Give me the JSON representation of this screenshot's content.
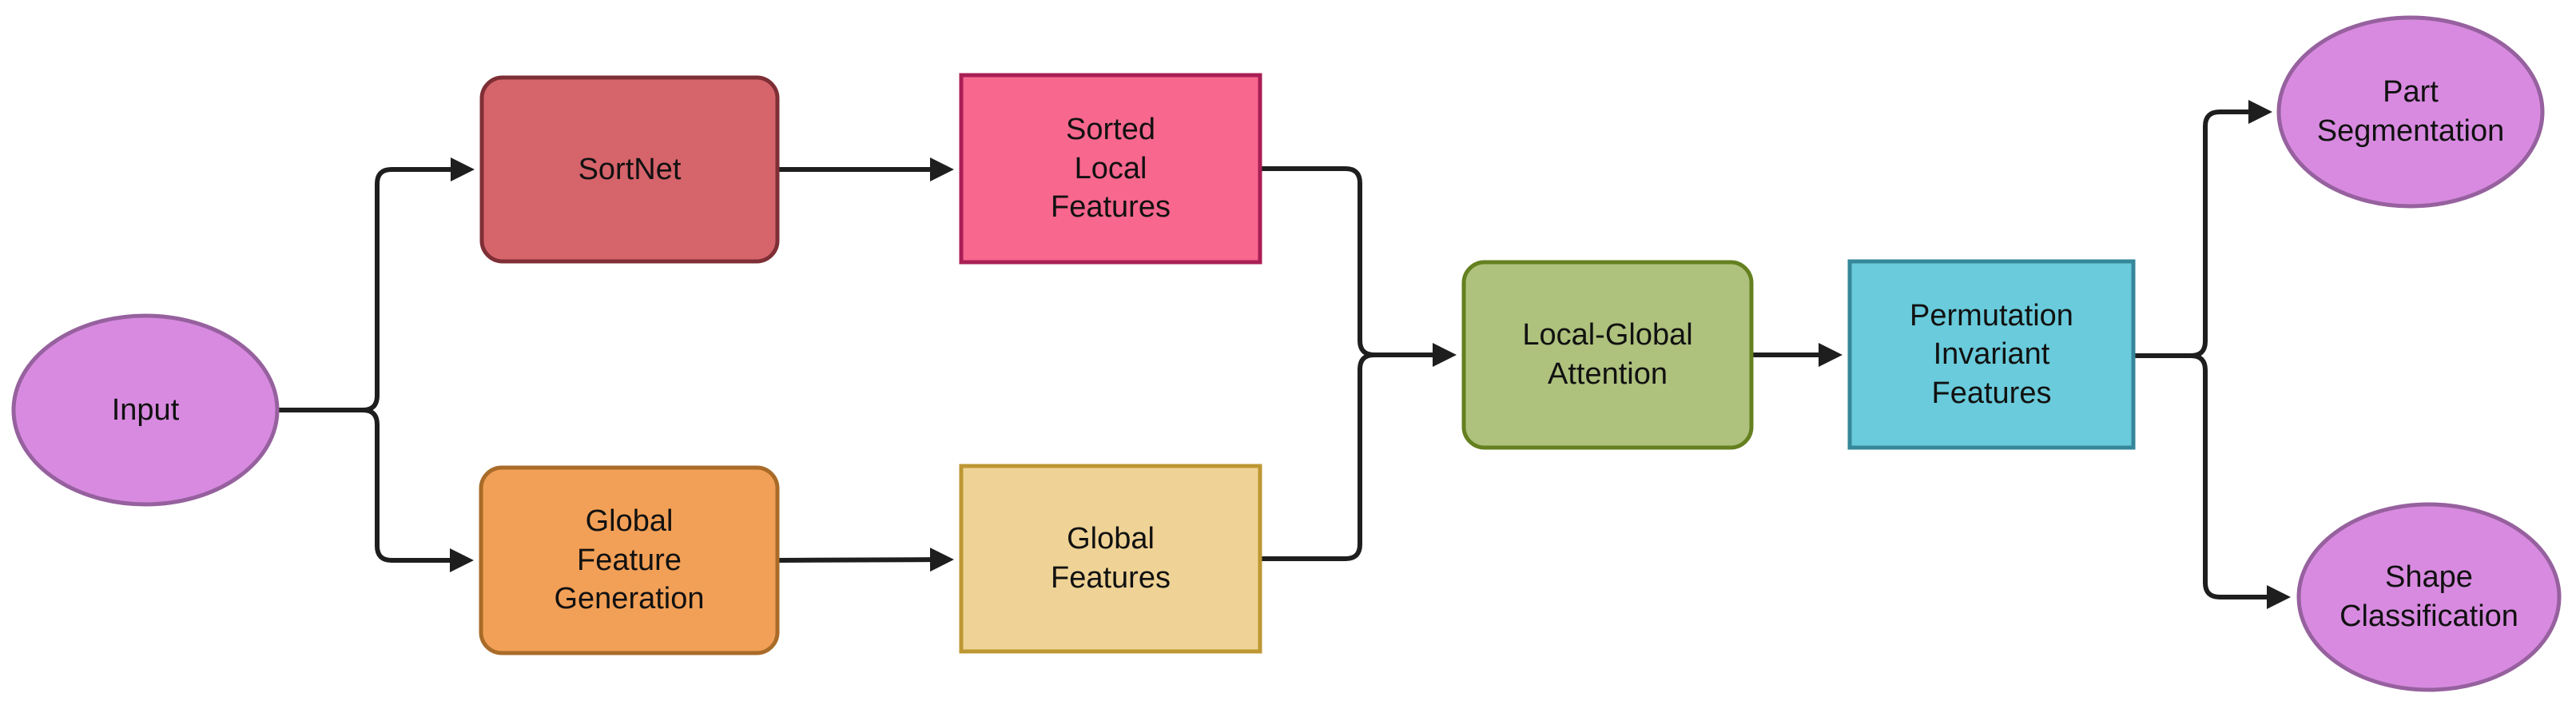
{
  "diagram": {
    "background": "#ffffff",
    "edge_color": "#1e1e1e",
    "nodes": [
      {
        "id": "input",
        "label": "Input",
        "shape": "ellipse",
        "fill": "#d88ae0",
        "stroke": "#96619e"
      },
      {
        "id": "sortnet",
        "label": "SortNet",
        "shape": "rounded-rect",
        "fill": "#d6646b",
        "stroke": "#7e2f35"
      },
      {
        "id": "sorted-local-features",
        "label": "Sorted\nLocal\nFeatures",
        "shape": "rect",
        "fill": "#f7678e",
        "stroke": "#a91e55"
      },
      {
        "id": "global-feature-generation",
        "label": "Global\nFeature\nGeneration",
        "shape": "rounded-rect",
        "fill": "#f2a057",
        "stroke": "#a96b28"
      },
      {
        "id": "global-features",
        "label": "Global\nFeatures",
        "shape": "rect",
        "fill": "#efd396",
        "stroke": "#bd9733"
      },
      {
        "id": "local-global-attention",
        "label": "Local-Global\nAttention",
        "shape": "rounded-rect",
        "fill": "#aec17d",
        "stroke": "#64801f"
      },
      {
        "id": "permutation-invariant-features",
        "label": "Permutation\nInvariant\nFeatures",
        "shape": "rect",
        "fill": "#69cbdb",
        "stroke": "#35879a"
      },
      {
        "id": "part-segmentation",
        "label": "Part\nSegmentation",
        "shape": "ellipse",
        "fill": "#d88ae0",
        "stroke": "#96619e"
      },
      {
        "id": "shape-classification",
        "label": "Shape\nClassification",
        "shape": "ellipse",
        "fill": "#d88ae0",
        "stroke": "#96619e"
      }
    ],
    "edges": [
      {
        "from": "input",
        "to": "sortnet"
      },
      {
        "from": "input",
        "to": "global-feature-generation"
      },
      {
        "from": "sortnet",
        "to": "sorted-local-features"
      },
      {
        "from": "global-feature-generation",
        "to": "global-features"
      },
      {
        "from": "sorted-local-features",
        "to": "local-global-attention"
      },
      {
        "from": "global-features",
        "to": "local-global-attention"
      },
      {
        "from": "local-global-attention",
        "to": "permutation-invariant-features"
      },
      {
        "from": "permutation-invariant-features",
        "to": "part-segmentation"
      },
      {
        "from": "permutation-invariant-features",
        "to": "shape-classification"
      }
    ]
  }
}
